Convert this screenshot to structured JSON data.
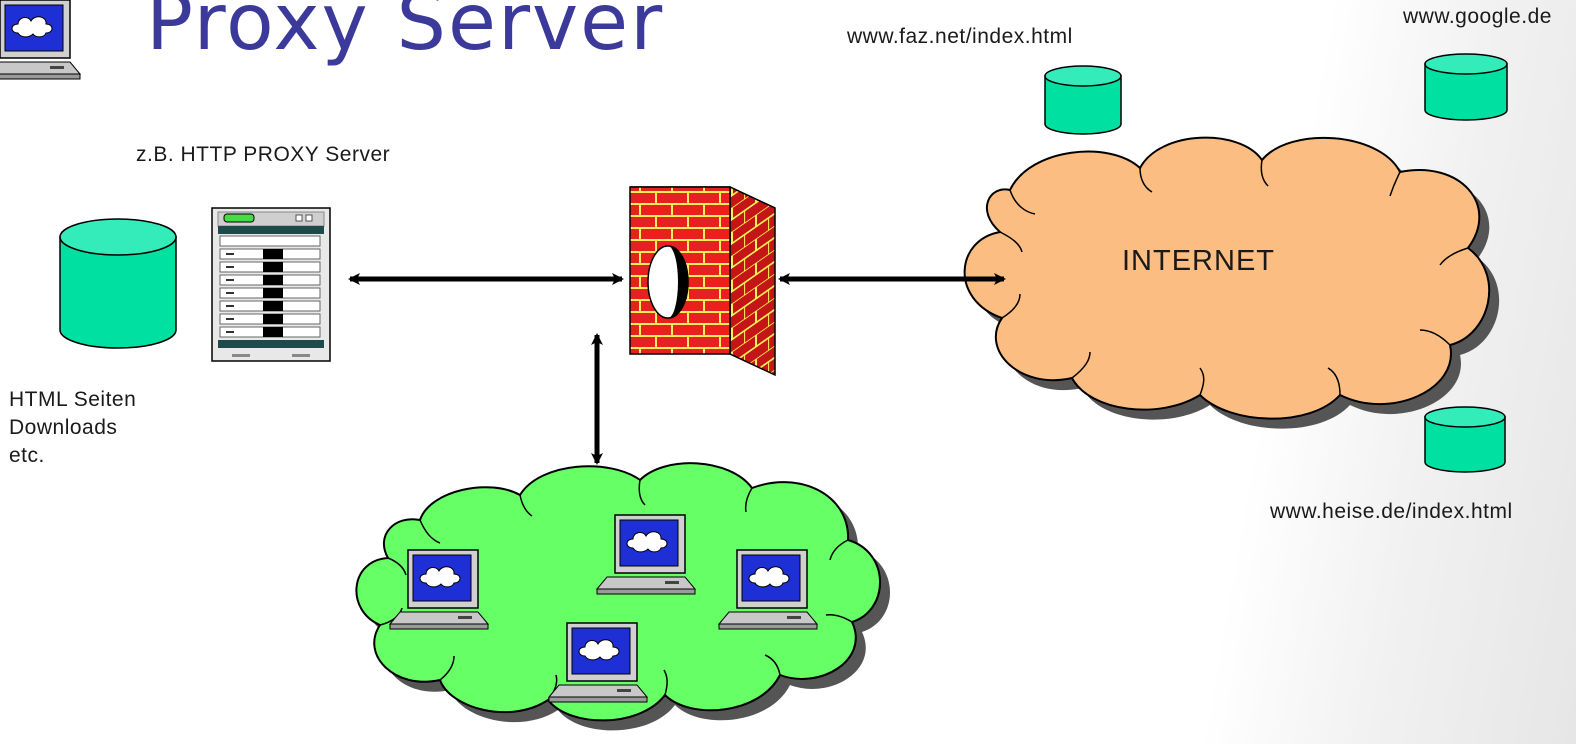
{
  "title": "Proxy Server",
  "labels": {
    "proxy_server": "z.B. HTTP PROXY Server",
    "cache_contents": [
      "HTML Seiten",
      "Downloads",
      "etc."
    ],
    "internet": "INTERNET",
    "site_faz": "www.faz.net/index.html",
    "site_google": "www.google.de",
    "site_heise": "www.heise.de/index.html"
  },
  "colors": {
    "title": "#3b3a9a",
    "database": "#00e0a0",
    "database_top": "#33ecb9",
    "internet_cloud": "#fbbd82",
    "lan_cloud": "#66ff66",
    "firewall_brick": "#e82020",
    "firewall_mortar": "#ffee55",
    "monitor_screen": "#1f2fd6"
  },
  "icons": [
    "database-icon",
    "server-rack-icon",
    "firewall-icon",
    "cloud-icon",
    "workstation-icon",
    "double-arrow-icon"
  ]
}
